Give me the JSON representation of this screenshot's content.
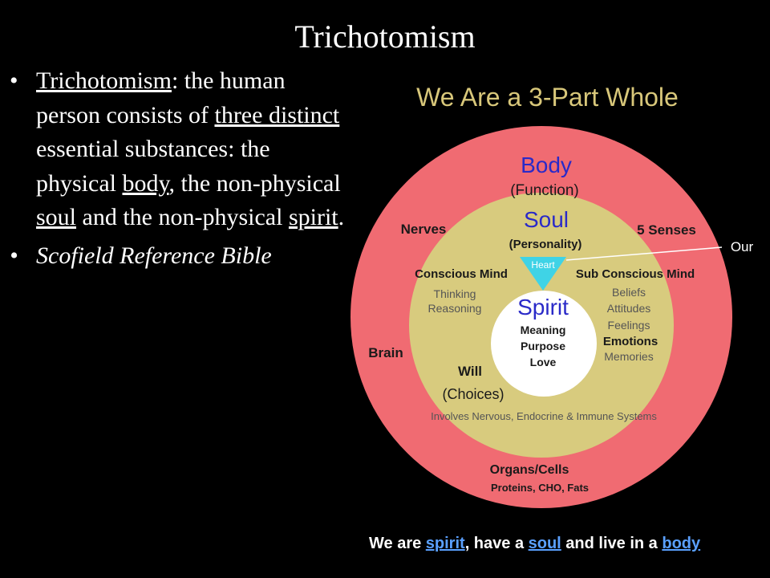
{
  "slide": {
    "title": "Trichotomism",
    "bullets": {
      "b1_term": "Trichotomism",
      "b1_t1": ": the human person consists of ",
      "b1_u1": "three distinct",
      "b1_t2": " essential substances: the physical ",
      "b1_u2": "body",
      "b1_t3": ", the non-physical ",
      "b1_u3": "soul",
      "b1_t4": " and the non-physical ",
      "b1_u4": "spirit",
      "b1_t5": ".",
      "b2": "Scofield Reference Bible"
    }
  },
  "diagram": {
    "title": "We Are a 3-Part Whole",
    "colors": {
      "outer_ring": "#f06b72",
      "middle_ring": "#d8cb7e",
      "inner_circle": "#ffffff",
      "heart": "#3fd3e6",
      "label_blue": "#2a2ac8"
    },
    "body": {
      "name": "Body",
      "sub": "(Function)",
      "nerves": "Nerves",
      "senses": "5 Senses",
      "brain": "Brain",
      "organs": "Organs/Cells",
      "nutrients": "Proteins, CHO, Fats"
    },
    "soul": {
      "name": "Soul",
      "sub": "(Personality)",
      "conscious_mind": "Conscious Mind",
      "thinking": "Thinking",
      "reasoning": "Reasoning",
      "sub_conscious_mind": "Sub Conscious Mind",
      "beliefs": "Beliefs",
      "attitudes": "Attitudes",
      "feelings": "Feelings",
      "emotions": "Emotions",
      "memories": "Memories",
      "will": "Will",
      "choices": "(Choices)",
      "systems": "Involves Nervous, Endocrine & Immune Systems"
    },
    "spirit": {
      "name": "Spirit",
      "meaning": "Meaning",
      "purpose": "Purpose",
      "love": "Love"
    },
    "heart": "Heart",
    "our": "Our"
  },
  "footer": {
    "t1": "We are ",
    "w1": "spirit",
    "t2": ", have a ",
    "w2": "soul",
    "t3": " and live in a ",
    "w3": "body"
  }
}
